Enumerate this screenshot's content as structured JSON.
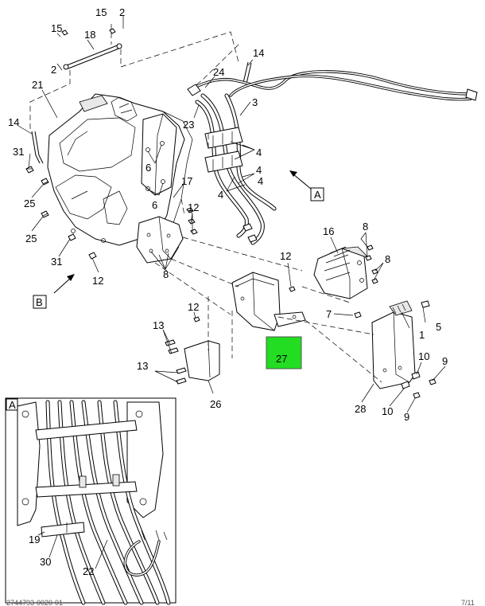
{
  "callouts": {
    "c1": "1",
    "c2a": "2",
    "c2b": "2",
    "c4a": "4",
    "c4b": "4",
    "c4c": "4",
    "c4d": "4",
    "c5": "5",
    "c6a": "6",
    "c6b": "6",
    "c7": "7",
    "c8a": "8",
    "c8b": "8",
    "c8c": "8",
    "c9a": "9",
    "c9b": "9",
    "c10a": "10",
    "c10b": "10",
    "c12a": "12",
    "c12b": "12",
    "c12c": "12",
    "c12d": "12",
    "c13a": "13",
    "c13b": "13",
    "c14a": "14",
    "c14b": "14",
    "c15a": "15",
    "c15b": "15",
    "c16": "16",
    "c17": "17",
    "c18": "18",
    "c19": "19",
    "c21": "21",
    "c22": "22",
    "c23": "23",
    "c24": "24",
    "c25a": "25",
    "c25b": "25",
    "c26": "26",
    "c27": "27",
    "c28": "28",
    "c3": "3",
    "c30": "30",
    "c31a": "31",
    "c31b": "31"
  },
  "view_labels": {
    "a_main": "A",
    "b_main": "B",
    "a_inset": "A"
  },
  "highlight": {
    "callout_ref": "27",
    "color": "#22dd22"
  },
  "footer": {
    "left": "2744793-0020-01",
    "right": "7/11"
  }
}
